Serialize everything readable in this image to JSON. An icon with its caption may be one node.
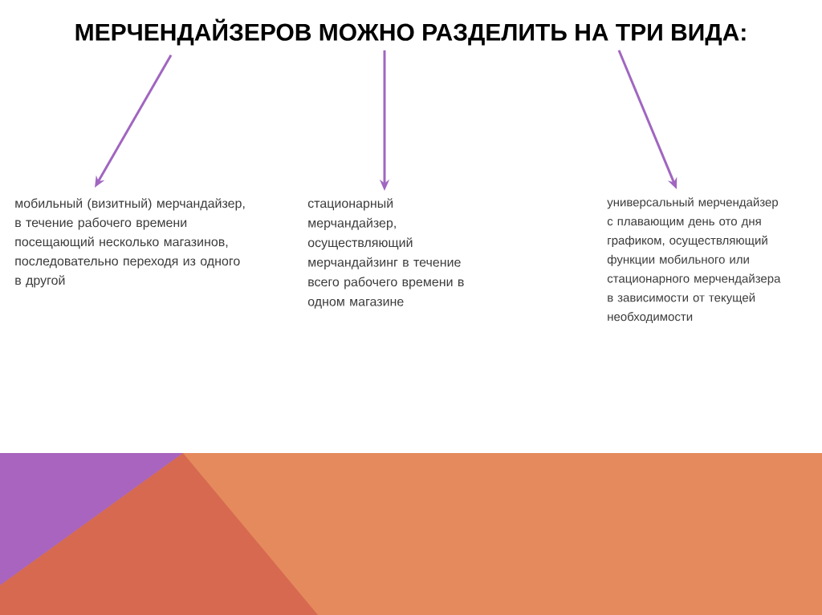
{
  "diagram": {
    "nodes": [
      {
        "text": [
          "МЕРЧЕНДАЙЗЕРОВ МОЖНО РАЗДЕЛИТЬ НА ТРИ ВИДА:"
        ]
      },
      {
        "text": [
          "мобильный (визитный) мерчандайзер, в течение рабочего времени посещающий несколько магазинов, последовательно переходя из одного в другой"
        ]
      },
      {
        "text": [
          "стационарный мерчандайзер, осуществляющий мерчандайзинг в течение всего рабочего времени в одном магазине"
        ]
      },
      {
        "text": [
          "универсальный мерчендайзер с плавающим день ото дня графиком, осуществляющий функции мобильного или стационарного мерчендайзера в зависимости от текущей необходимости"
        ]
      }
    ],
    "edges": [
      {
        "from": 0,
        "to": 1,
        "arrow": "to"
      },
      {
        "from": 0,
        "to": 2,
        "arrow": "to"
      },
      {
        "from": 0,
        "to": 3,
        "arrow": "to"
      }
    ]
  }
}
